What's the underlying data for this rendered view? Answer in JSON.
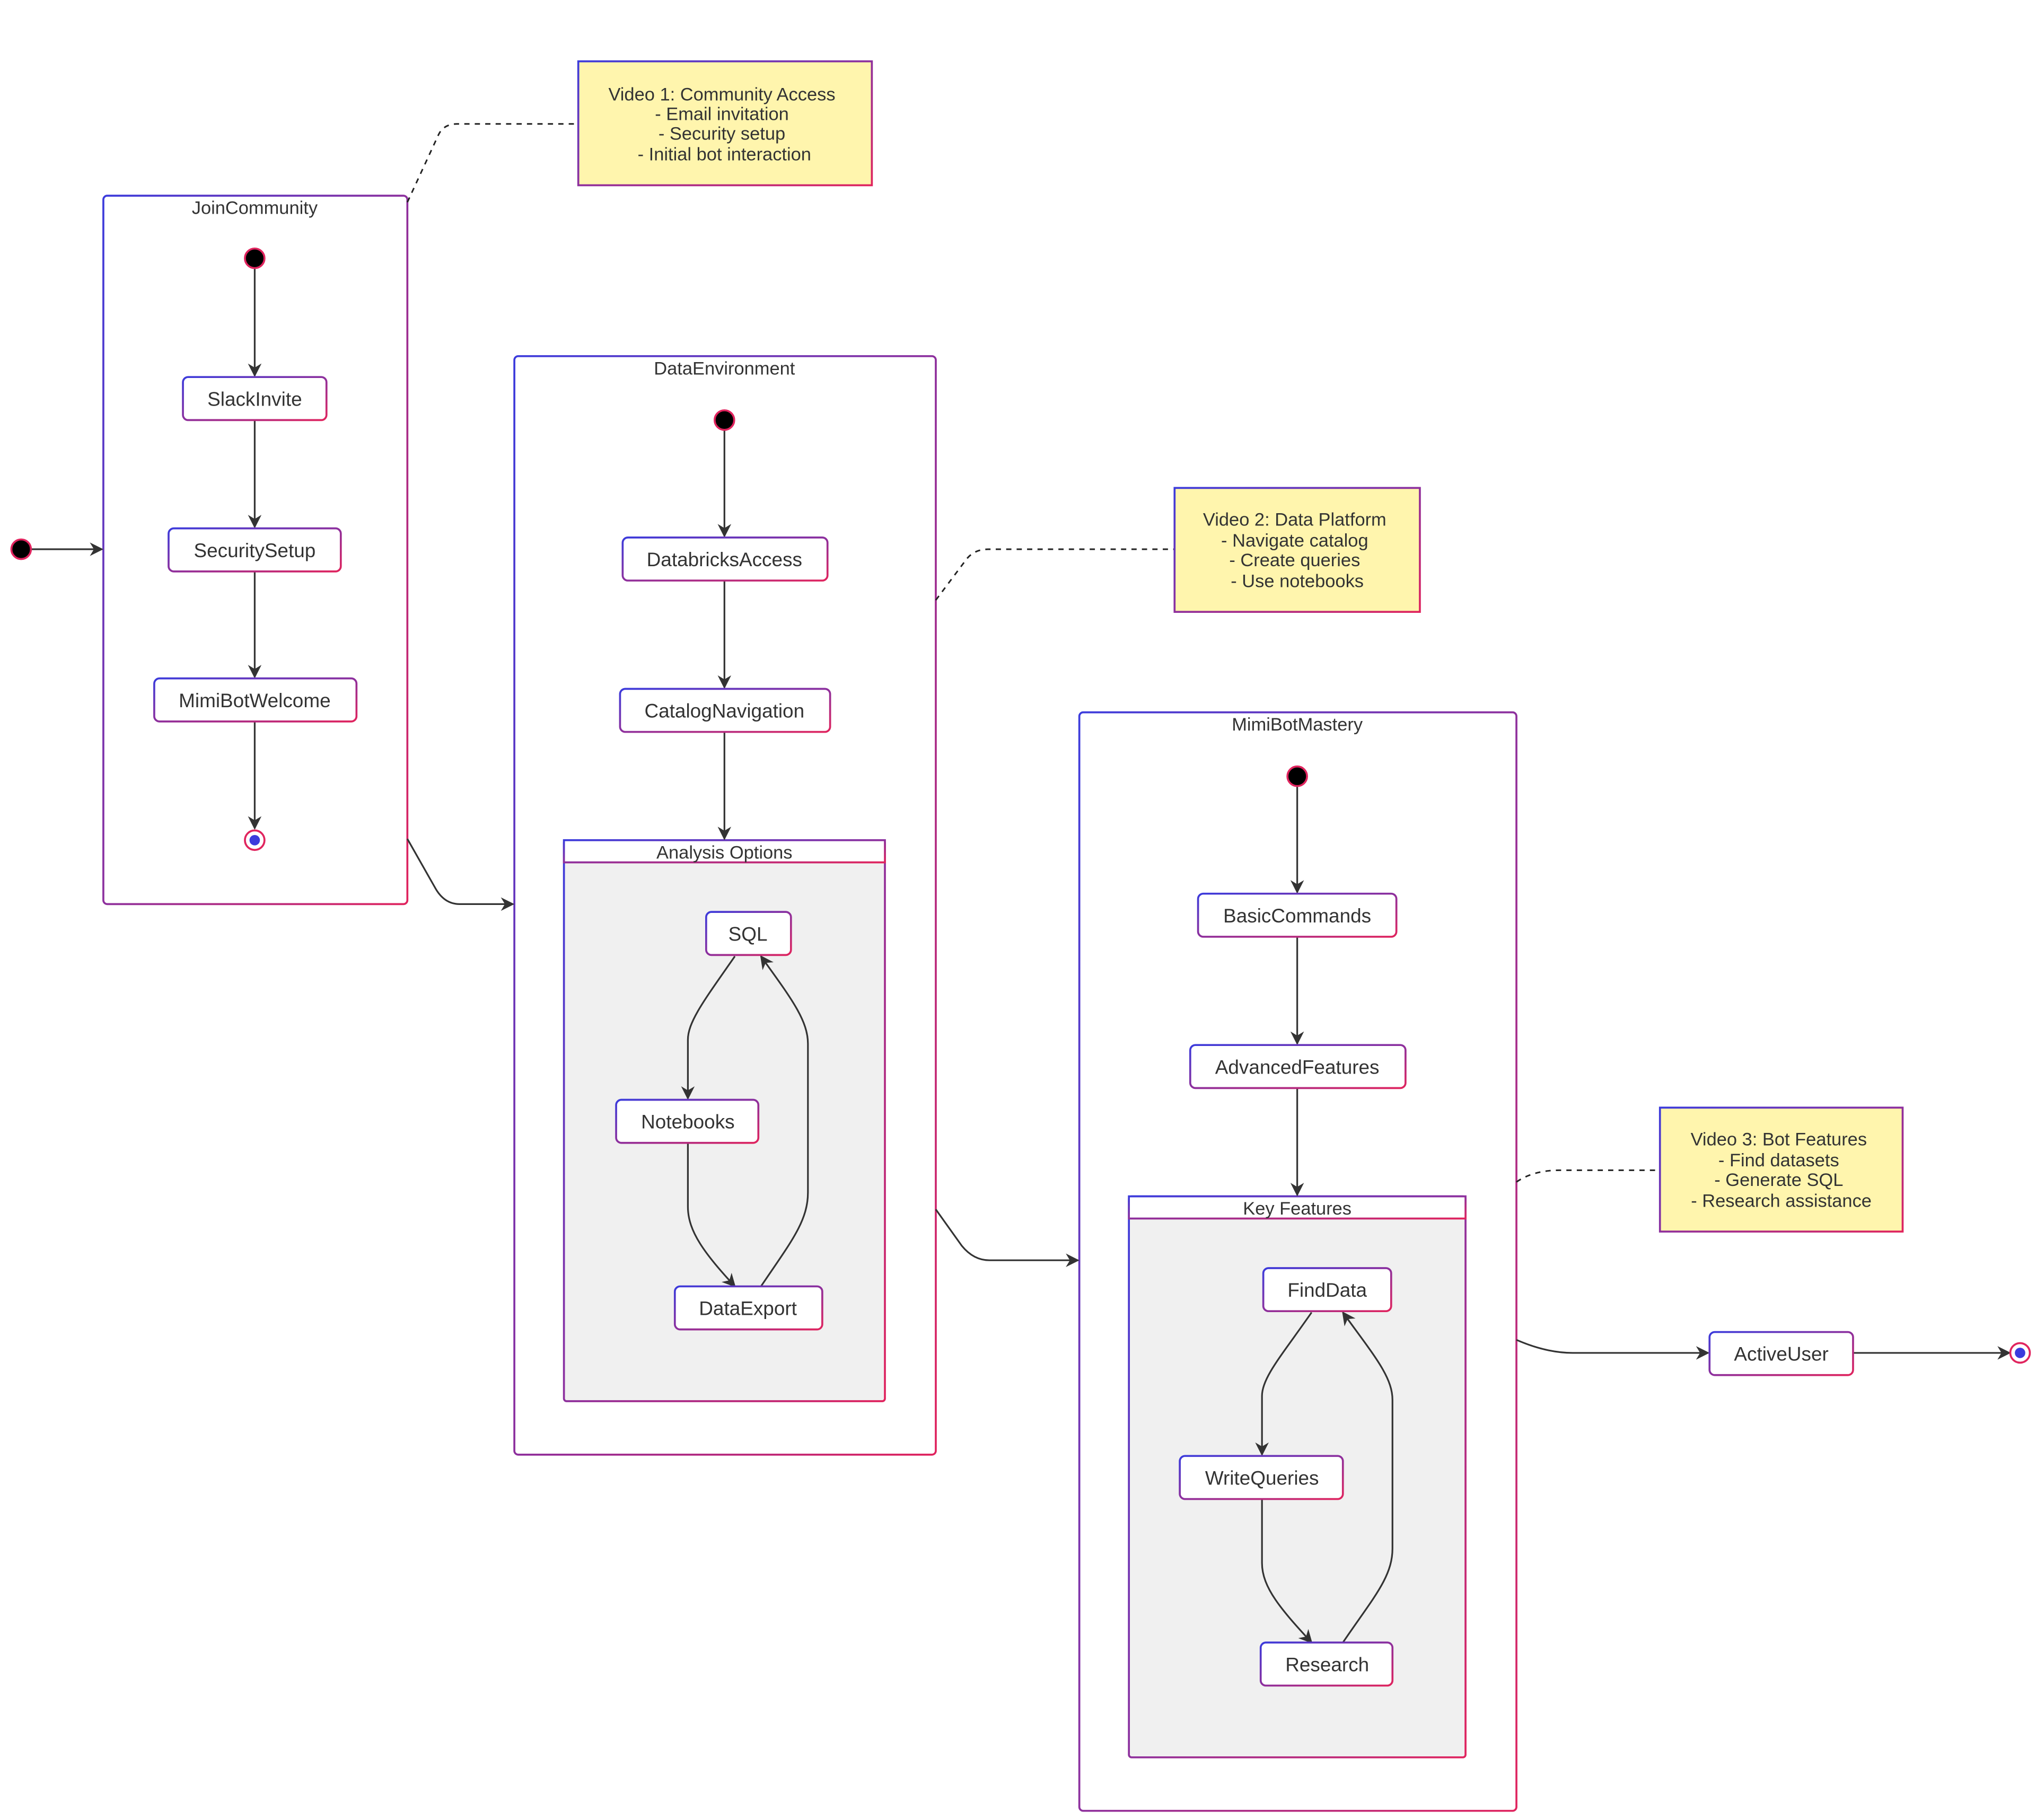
{
  "composites": {
    "join": "JoinCommunity",
    "data": "DataEnvironment",
    "analysis": "Analysis Options",
    "mimi": "MimiBotMastery",
    "key": "Key Features"
  },
  "states": {
    "slack": "SlackInvite",
    "security": "SecuritySetup",
    "welcome": "MimiBotWelcome",
    "databricks": "DatabricksAccess",
    "catalog": "CatalogNavigation",
    "sql": "SQL",
    "notebooks": "Notebooks",
    "export": "DataExport",
    "basic": "BasicCommands",
    "advanced": "AdvancedFeatures",
    "find": "FindData",
    "write": "WriteQueries",
    "research": "Research",
    "active": "ActiveUser"
  },
  "notes": {
    "video1": [
      "Video 1: Community Access",
      "- Email invitation",
      "- Security setup",
      "- Initial bot interaction"
    ],
    "video2": [
      "Video 2: Data Platform",
      "- Navigate catalog",
      "- Create queries",
      "- Use notebooks"
    ],
    "video3": [
      "Video 3: Bot Features",
      "- Find datasets",
      "- Generate SQL",
      "- Research assistance"
    ]
  },
  "colors": {
    "border_start": "#3b3bdc",
    "border_end": "#e0245e",
    "note_fill": "#fff5ad",
    "inner_fill": "#f0f0f0",
    "edge": "#333333"
  }
}
